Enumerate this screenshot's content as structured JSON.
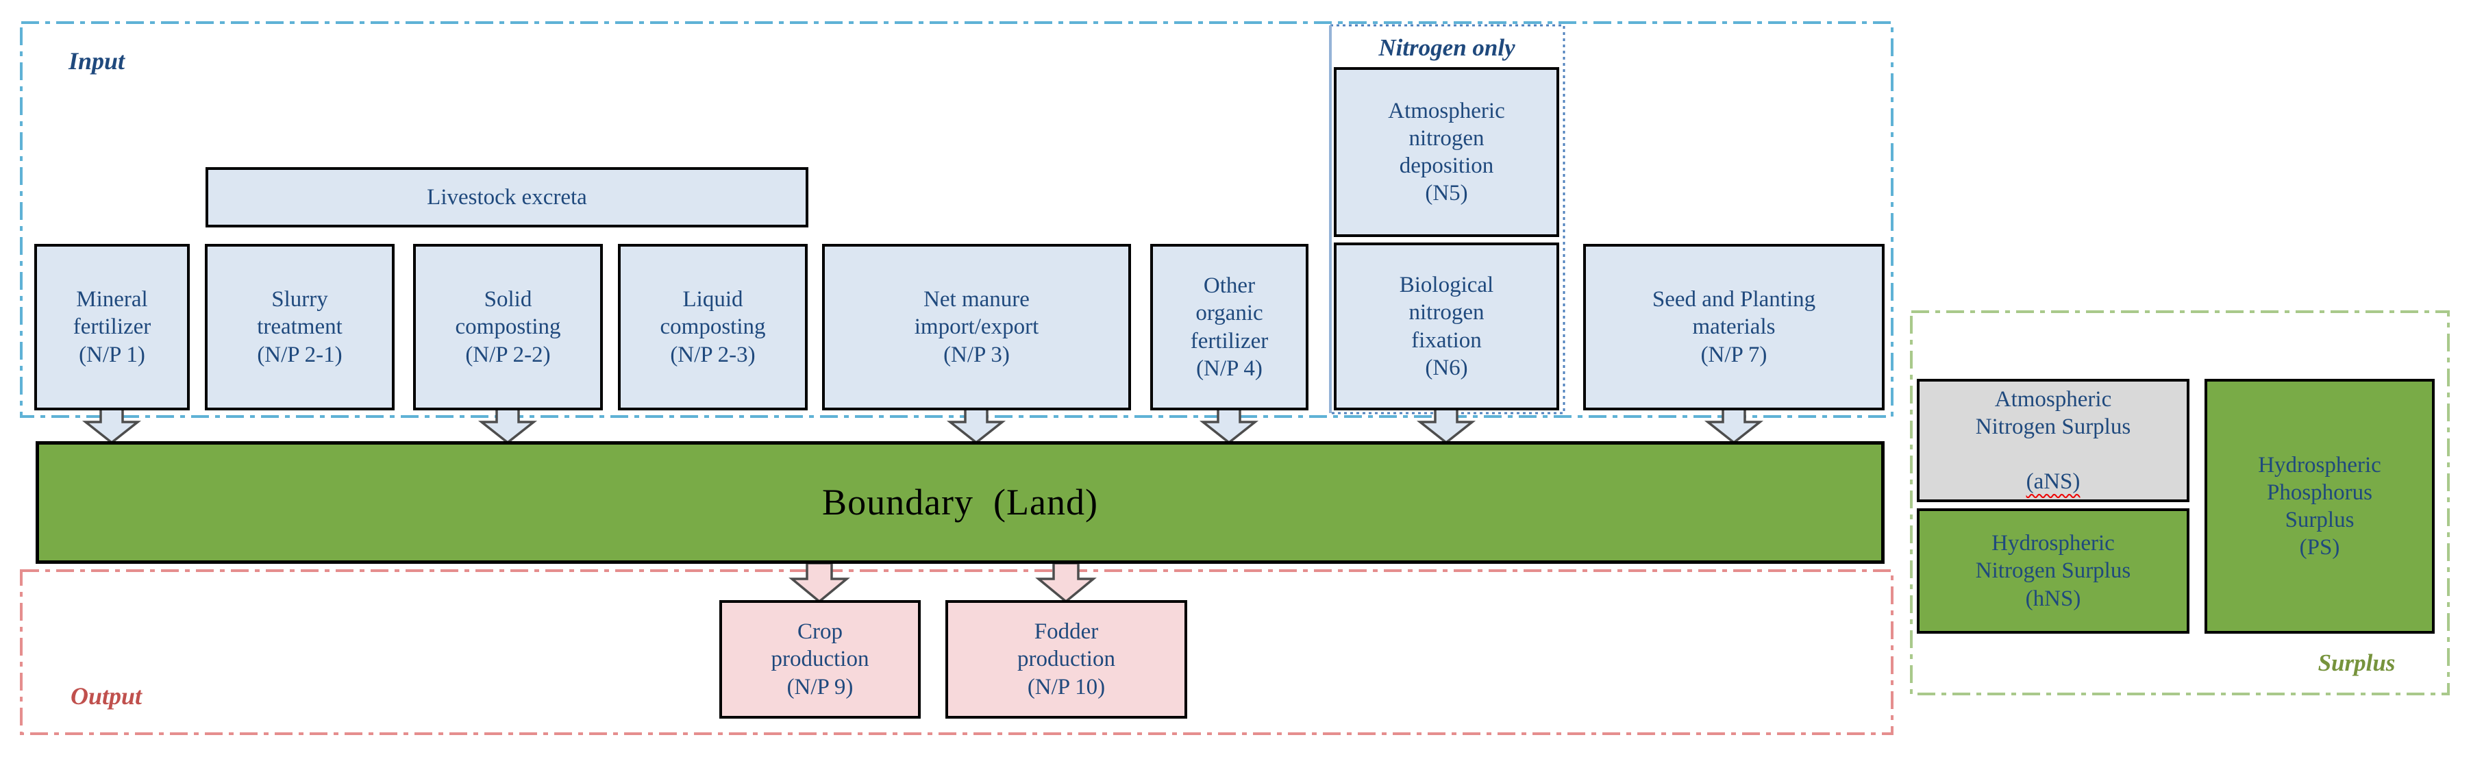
{
  "regions": {
    "input": {
      "label": "Input"
    },
    "nitrogen_only": {
      "label": "Nitrogen only"
    },
    "output": {
      "label": "Output"
    },
    "surplus": {
      "label": "Surplus"
    }
  },
  "nodes": {
    "livestock_excreta": {
      "label": "Livestock excreta"
    },
    "mineral_fertilizer": {
      "label": "Mineral\nfertilizer\n(N/P 1)"
    },
    "slurry_treatment": {
      "label": "Slurry\ntreatment\n(N/P 2-1)"
    },
    "solid_composting": {
      "label": "Solid\ncomposting\n(N/P 2-2)"
    },
    "liquid_composting": {
      "label": "Liquid\ncomposting\n(N/P 2-3)"
    },
    "net_manure": {
      "label": "Net manure\nimport/export\n(N/P 3)"
    },
    "other_organic_fertilizer": {
      "label": "Other\norganic\nfertilizer\n(N/P 4)"
    },
    "atmospheric_nitrogen_deposition": {
      "label": "Atmospheric\nnitrogen\ndeposition\n(N5)"
    },
    "biological_nitrogen_fixation": {
      "label": "Biological\nnitrogen\nfixation\n(N6)"
    },
    "seed_planting_materials": {
      "label": "Seed and Planting\nmaterials\n(N/P 7)"
    },
    "boundary": {
      "label": "Boundary  (Land)"
    },
    "crop_production": {
      "label": "Crop\nproduction\n(N/P 9)"
    },
    "fodder_production": {
      "label": "Fodder\nproduction\n(N/P 10)"
    },
    "atmospheric_nitrogen_surplus": {
      "label": "Atmospheric\nNitrogen Surplus",
      "code": "(aNS)"
    },
    "hydrospheric_nitrogen_surplus": {
      "label": "Hydrospheric\nNitrogen Surplus\n(hNS)"
    },
    "hydrospheric_phosphorus_surplus": {
      "label": "Hydrospheric\nPhosphorus\nSurplus\n(PS)"
    }
  },
  "colors": {
    "box_blue_fill": "#DCE6F2",
    "box_pink_fill": "#F7D9DB",
    "box_gray_fill": "#D9D9D9",
    "box_green_fill": "#79AB47",
    "node_text": "#1F497D",
    "boundary_text": "#000000",
    "input_border": "#5FB2D6",
    "nitrogen_only_border": "#4F81BD",
    "output_border": "#E58E8E",
    "surplus_border": "#A9C98B",
    "output_label_color": "#C0504D",
    "surplus_label_color": "#76933C",
    "arrow_outline": "#4D4D4D",
    "spellcheck_underline": "#EE0000"
  }
}
